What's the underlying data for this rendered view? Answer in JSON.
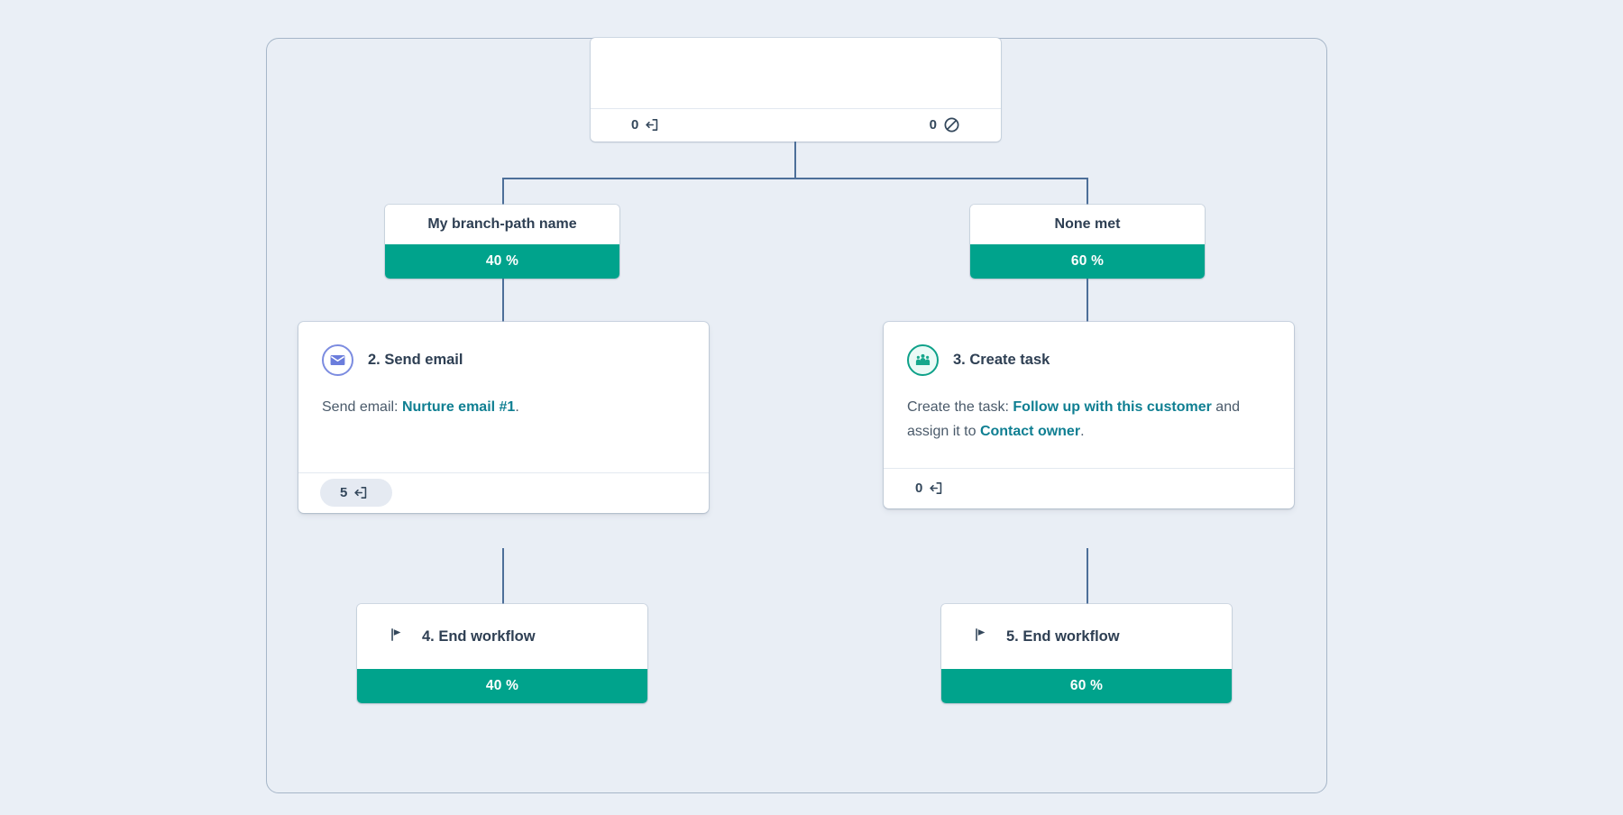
{
  "canvas": {
    "background_color": "#e9eef5",
    "border_color": "#a6b6c8",
    "accent_teal": "#00a38c",
    "link_teal": "#0f7f92",
    "connector_color": "#4d6f99",
    "text_navy": "#2e3f53"
  },
  "trigger": {
    "enrolled_count": "0",
    "enrolled_icon": "enter-arrow-icon",
    "blocked_count": "0",
    "blocked_icon": "blocked-icon"
  },
  "branches": [
    {
      "name": "branch-left",
      "label": "My branch-path name",
      "percent": "40 %"
    },
    {
      "name": "branch-right",
      "label": "None met",
      "percent": "60 %"
    }
  ],
  "actions": [
    {
      "name": "send-email",
      "icon": "envelope-icon",
      "title": "2. Send email",
      "desc_prefix": "Send email: ",
      "desc_link": "Nurture email #1",
      "desc_suffix": ".",
      "desc_prefix2": "",
      "desc_link2": "",
      "desc_suffix2": "",
      "counter": "5",
      "counter_icon": "enter-arrow-icon",
      "counter_highlighted": true
    },
    {
      "name": "create-task",
      "icon": "people-group-icon",
      "title": "3. Create task",
      "desc_prefix": "Create the task: ",
      "desc_link": "Follow up with this customer",
      "desc_suffix": " ",
      "desc_prefix2": "and assign it to ",
      "desc_link2": "Contact owner",
      "desc_suffix2": ".",
      "counter": "0",
      "counter_icon": "enter-arrow-icon",
      "counter_highlighted": false
    }
  ],
  "ends": [
    {
      "name": "end-left",
      "icon": "flag-icon",
      "title": "4. End workflow",
      "percent": "40 %"
    },
    {
      "name": "end-right",
      "icon": "flag-icon",
      "title": "5. End workflow",
      "percent": "60 %"
    }
  ]
}
